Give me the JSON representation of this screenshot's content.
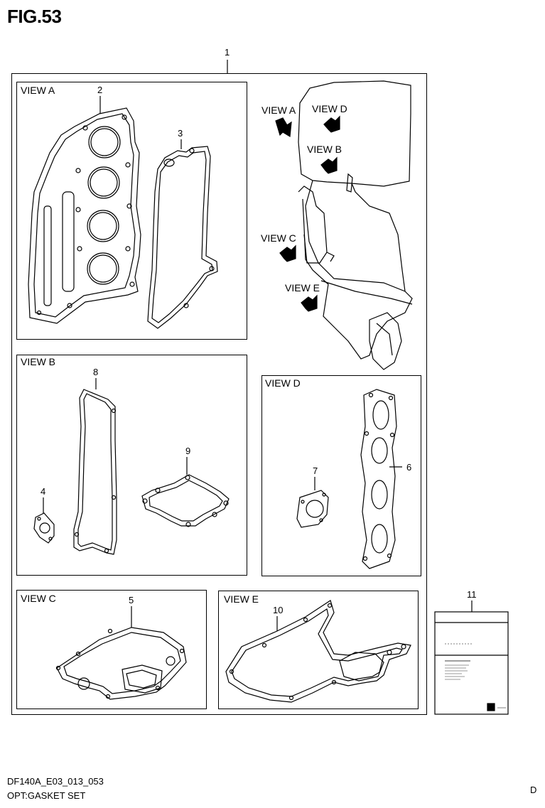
{
  "title": "FIG.53",
  "views": {
    "a": "VIEW A",
    "b": "VIEW B",
    "c": "VIEW C",
    "d": "VIEW D",
    "e": "VIEW E"
  },
  "callouts": {
    "c1": "1",
    "c2": "2",
    "c3": "3",
    "c4": "4",
    "c5": "5",
    "c6": "6",
    "c7": "7",
    "c8": "8",
    "c9": "9",
    "c10": "10",
    "c11": "11"
  },
  "footer": {
    "model_code": "DF140A_E03_013_053",
    "section": "OPT:GASKET SET",
    "page_letter": "D"
  }
}
